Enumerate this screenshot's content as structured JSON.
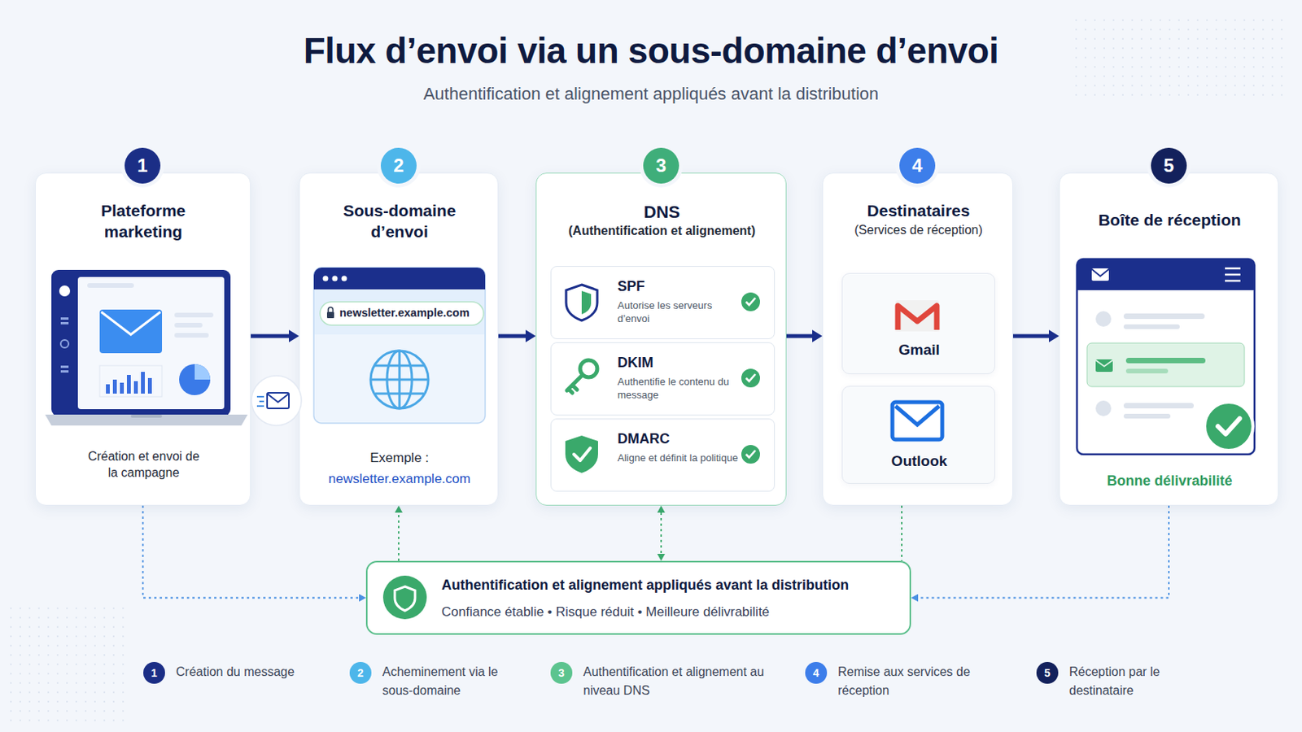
{
  "diagram": {
    "title": "Flux d’envoi via un sous-domaine d’envoi",
    "nodes": [
      {
        "text": [
          "Plateforme marketing",
          "Création et envoi de la campagne"
        ]
      },
      {
        "text": [
          "Sous-domaine d’envoi",
          "Exemple :",
          "newsletter.example.com"
        ]
      },
      {
        "text": [
          "DNS",
          "(Authentification et alignement)"
        ]
      },
      {
        "text": [
          "SPF",
          "Autorise les serveurs d’envoi"
        ],
        "in": 2
      },
      {
        "text": [
          "DKIM",
          "Authentifie le contenu du message"
        ],
        "in": 2
      },
      {
        "text": [
          "DMARC",
          "Aligne et définit la politique"
        ],
        "in": 2
      },
      {
        "text": [
          "Destinataires",
          "(Services de réception)"
        ]
      },
      {
        "text": [
          "Gmail"
        ],
        "in": 6
      },
      {
        "text": [
          "Outlook"
        ],
        "in": 6
      },
      {
        "text": [
          "Boîte de réception",
          "Bonne délivrabilité"
        ]
      },
      {
        "text": [
          "Authentification et alignement appliqués avant la distribution",
          "Confiance établie • Risque réduit • Meilleure délivrabilité"
        ]
      }
    ],
    "edges": [
      {
        "from": 0,
        "to": 1,
        "arrow": "to"
      },
      {
        "from": 1,
        "to": 2,
        "arrow": "to"
      },
      {
        "from": 2,
        "to": 6,
        "arrow": "to"
      },
      {
        "from": 6,
        "to": 9,
        "arrow": "to"
      },
      {
        "from": 0,
        "to": 10,
        "arrow": "to"
      },
      {
        "from": 10,
        "to": 1,
        "arrow": "to"
      },
      {
        "from": 2,
        "to": 10,
        "arrow": "both"
      },
      {
        "from": 6,
        "to": 10,
        "arrow": "none"
      },
      {
        "from": 9,
        "to": 10,
        "arrow": "to"
      }
    ],
    "labels": [
      "Authentification et alignement appliqués avant la distribution",
      "1",
      "2",
      "3",
      "4",
      "5",
      "newsletter.example.com",
      "1",
      "2",
      "3",
      "4",
      "5"
    ],
    "legend": [
      {
        "text": "Création du message",
        "color": "#1b2e86"
      },
      {
        "text": "Acheminement via le sous-domaine",
        "color": "#4db6ea"
      },
      {
        "text": "Authentification et alignement au niveau DNS",
        "color": "#5cc48f"
      },
      {
        "text": "Remise aux services de réception",
        "color": "#3d7eea"
      },
      {
        "text": "Réception par le destinataire",
        "color": "#13215c"
      }
    ]
  }
}
